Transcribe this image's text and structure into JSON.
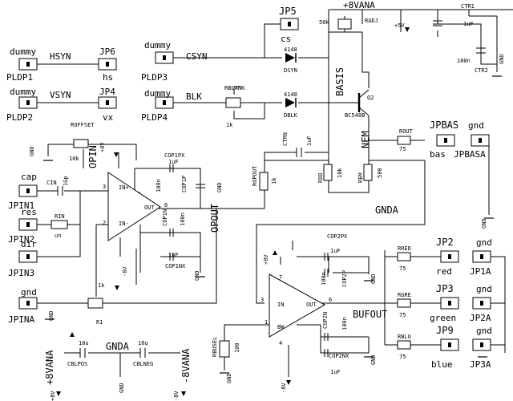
{
  "nets": {
    "top_rail": "+8VANA",
    "gnda_right": "GNDA",
    "gnda_bottom": "GNDA",
    "ground": "GND",
    "pos_rail_bottom": "+8VANA",
    "neg_rail_bottom": "-8VANA",
    "plus_8v": "+8V",
    "minus_8v": "-8V",
    "plus_5v": "+5V",
    "opout": "OPOUT",
    "bufout": "BUFOUT",
    "basis": "BASIS",
    "nem": "NEM",
    "cap": "cap",
    "res": "res",
    "dir": "dir",
    "un": "un",
    "hsyn": "HSYN",
    "vsyn": "VSYN",
    "csyn": "CSYN",
    "blk": "BLK",
    "hs": "hs",
    "vx": "vx",
    "cs": "cs",
    "bas": "bas",
    "red": "red",
    "green": "green",
    "blue": "blue"
  },
  "connectors": {
    "jp6": "JP6",
    "jp4": "JP4",
    "jp5": "JP5",
    "jpbas": "JPBAS",
    "jpbasa": "JPBASA",
    "jpin1": "JPIN1",
    "jpin2": "JPIN2",
    "jpin3": "JPIN3",
    "jpina": "JPINA",
    "jp2": "JP2",
    "jp3": "JP3",
    "jp9": "JP9",
    "jp1a": "JP1A",
    "jp2a": "JP2A",
    "jp3a": "JP3A",
    "pldp1": "PLDP1",
    "pldp2": "PLDP2",
    "pldp3": "PLDP3",
    "pldp4": "PLDP4",
    "dummy": "dummy",
    "gnd": "gnd"
  },
  "parts": {
    "r_offset": "ROFFSET",
    "r_offset_val": "10k",
    "r_blank": "RBLANK",
    "r_blank_val": "1k",
    "r_adj": "RADJ",
    "r_adj_val": "50k",
    "r_dd": "RDD",
    "r_dd_val": "10k",
    "r_em": "REM",
    "r_em_val": "500",
    "r_opout": "ROPOUT",
    "r_opout_val": "1k",
    "r_in": "RIN",
    "r_out": "ROUT",
    "r_out_val": "75",
    "r_red": "RRED",
    "r_gre": "RGRE",
    "r_blu": "RBLU",
    "r_75": "75",
    "r_busel": "RBUSEL",
    "r_busel_val": "100",
    "r1": "R1",
    "r1_val": "1k",
    "d_syn": "DSYN",
    "d_blk": "DBLK",
    "d_part": "4148",
    "q2": "Q2",
    "q2_part": "BC548B",
    "c_in": "CIN",
    "c_in_val": "1Gp",
    "c_trn": "CTRN",
    "c_trn_val": "1uF",
    "c_tr1": "CTR1",
    "c_tr1_val": "1uF",
    "c_tr2": "CTR2",
    "c_tr2_val": "100n",
    "c_op1px": "COP1PX",
    "c_op1p": "COP1P",
    "c_op1n": "COP1N",
    "c_op1nx": "COP1NX",
    "c_op2px": "COP2PX",
    "c_op2p": "COP2P",
    "c_op2n": "COP2N",
    "c_op2nx": "COP2NX",
    "c_100n": "100n",
    "c_1uf": "1uF",
    "c_lpos": "CBLPOS",
    "c_lneg": "CBLNEG",
    "c_10u": "10u"
  },
  "opamp_pins": {
    "in_plus": "IN+",
    "in_minus": "IN-",
    "out": "OUT",
    "in": "IN",
    "bw": "BW",
    "p3": "3",
    "p2": "2",
    "p6": "6",
    "p7": "7",
    "p4": "4",
    "p1": "1"
  },
  "opamps": {
    "opin": "OPIN",
    "bufout_amp": "BUFOUT"
  },
  "pins": {
    "one": "1"
  },
  "colors": {
    "ink": "#000000",
    "paper": "#ffffff"
  }
}
